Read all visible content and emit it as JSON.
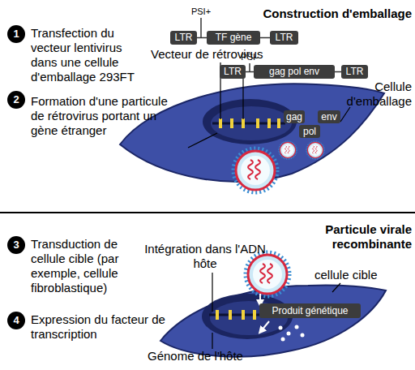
{
  "diagram": {
    "nodes": [
      {
        "text": [
          "1"
        ]
      },
      {
        "text": [
          "LTR"
        ]
      },
      {
        "text": [
          "TF gène"
        ]
      },
      {
        "text": [
          "LTR"
        ]
      },
      {
        "text": [
          "2"
        ]
      },
      {
        "text": [
          "LTR"
        ]
      },
      {
        "text": [
          "gag pol env"
        ]
      },
      {
        "text": [
          "LTR"
        ]
      },
      {
        "text": [
          "gag"
        ]
      },
      {
        "text": [
          "env"
        ]
      },
      {
        "text": [
          "pol"
        ]
      },
      {
        "text": [
          "3"
        ]
      },
      {
        "text": [
          "4"
        ]
      },
      {
        "text": [
          "Produit génétique"
        ]
      }
    ],
    "edges": [
      {
        "from": 1,
        "to": 2,
        "arrow": "none"
      },
      {
        "from": 2,
        "to": 3,
        "arrow": "none"
      },
      {
        "from": 5,
        "to": 6,
        "arrow": "none"
      },
      {
        "from": 6,
        "to": 7,
        "arrow": "none"
      }
    ],
    "labels": [
      "Construction d'emballage",
      "Transfection du vecteur lentivirus dans une cellule d'emballage 293FT",
      "Formation d'une particule de rétrovirus portant un gène étranger",
      "PSI+",
      "Vecteur de rétrovirus",
      "PSI-",
      "Cellule d'emballage",
      "Particule virale recombinante",
      "Transduction de cellule cible (par exemple, cellule fibroblastique)",
      "Expression du facteur de transcription",
      "Intégration dans l'ADN hôte",
      "cellule cible",
      "Génome de l'hôte"
    ]
  }
}
